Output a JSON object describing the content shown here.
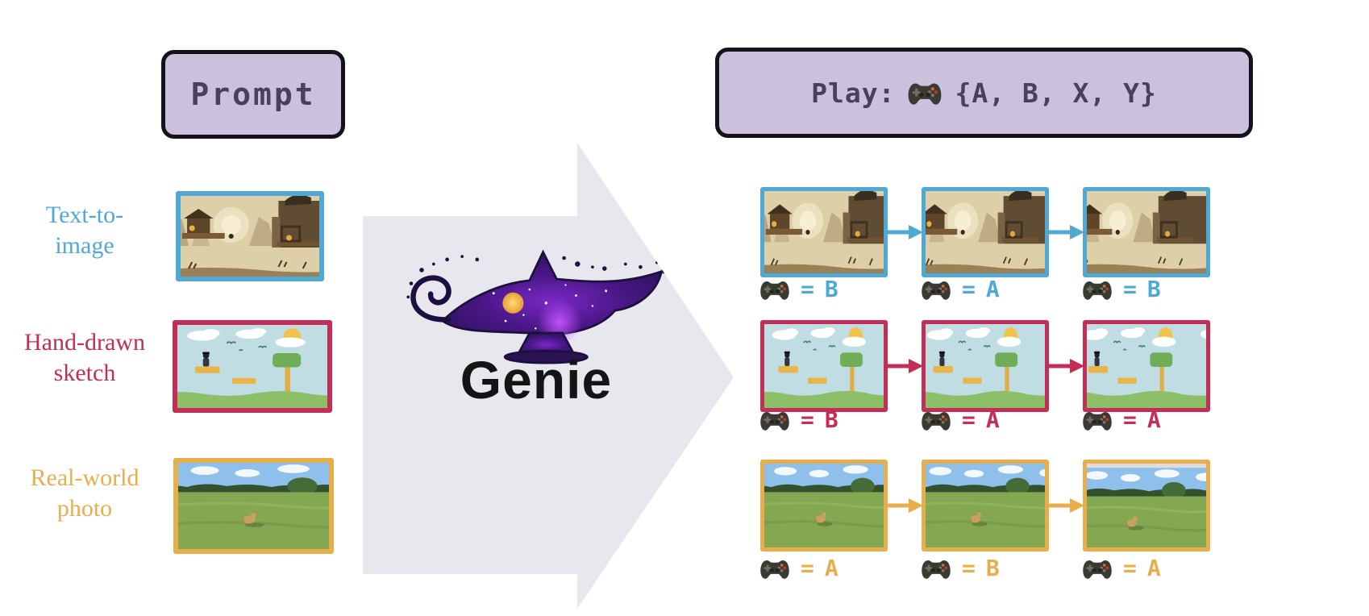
{
  "prompt_box": {
    "label": "Prompt"
  },
  "play_box": {
    "prefix": "Play:",
    "actions": "{A, B, X, Y}"
  },
  "genie": {
    "label": "Genie"
  },
  "equals": "=",
  "icons": {
    "gamepad": "game-controller",
    "flow_arrow": "right-arrow",
    "big_arrow": "right-block-arrow",
    "genie_lamp": "magic-lamp"
  },
  "colors": {
    "panel_lavender": "#ccc1dd",
    "panel_border": "#15121b",
    "pixel_text": "#47425c",
    "arrow_fill": "#e9e7ee",
    "text_to_image_blue": "#4fa8d5",
    "hand_drawn_crimson": "#c32d56",
    "real_world_orange": "#e9ae4c",
    "genie_text": "#141414"
  },
  "rows": [
    {
      "name": "text-to-image",
      "label_line1": "Text-to-",
      "label_line2": "image",
      "color": "#4fa8d5",
      "actions": [
        "B",
        "A",
        "B"
      ]
    },
    {
      "name": "hand-drawn-sketch",
      "label_line1": "Hand-drawn",
      "label_line2": "sketch",
      "color": "#c32d56",
      "actions": [
        "B",
        "A",
        "A"
      ]
    },
    {
      "name": "real-world-photo",
      "label_line1": "Real-world",
      "label_line2": "photo",
      "color": "#e9ae4c",
      "actions": [
        "A",
        "B",
        "A"
      ]
    }
  ]
}
